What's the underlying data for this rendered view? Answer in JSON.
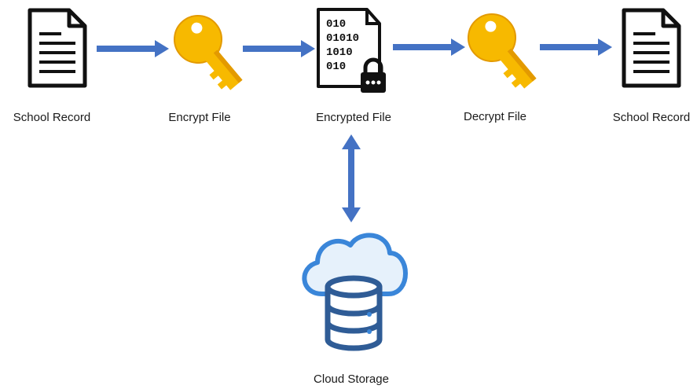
{
  "nodes": {
    "source_record": {
      "label": "School Record",
      "icon": "document-icon"
    },
    "encrypt": {
      "label": "Encrypt File",
      "icon": "key-icon"
    },
    "encrypted_file": {
      "label": "Encrypted File",
      "icon": "binary-file-lock-icon",
      "binary_lines": [
        "010",
        "01010",
        "1010",
        "010"
      ]
    },
    "decrypt": {
      "label": "Decrypt File",
      "icon": "key-icon"
    },
    "result_record": {
      "label": "School Record",
      "icon": "document-icon"
    },
    "cloud": {
      "label": "Cloud Storage",
      "icon": "cloud-database-icon"
    }
  },
  "colors": {
    "arrow": "#4472c4",
    "key": "#f5b400",
    "cloud_line": "#3a86d9",
    "cloud_fill": "#e6f1fb",
    "db": "#2f5c96"
  }
}
